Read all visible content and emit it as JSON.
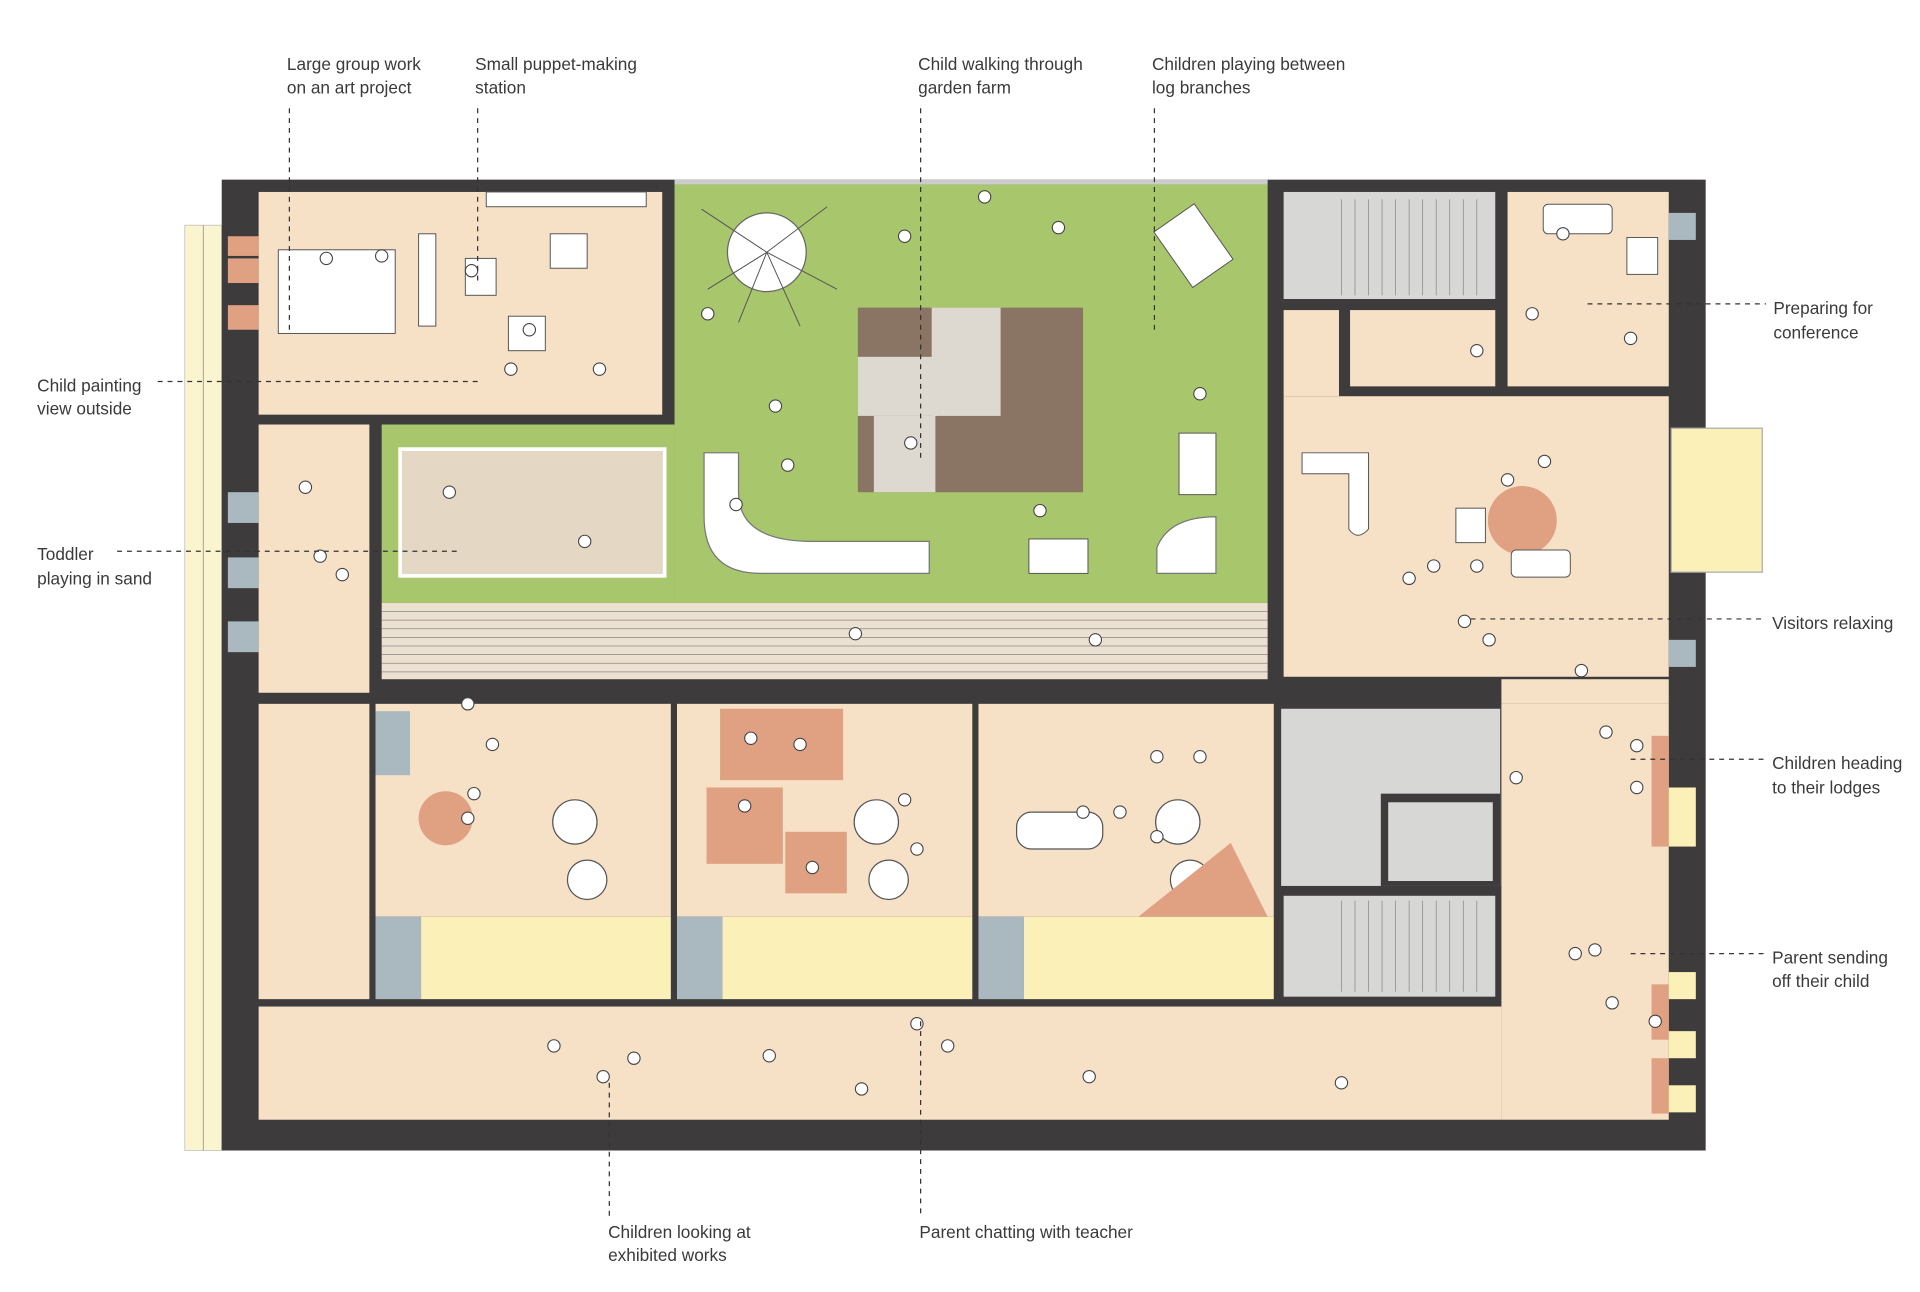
{
  "title": "Kindergarten floor plan with activity annotations",
  "annotations": {
    "large_group": [
      "Large group work",
      "on an art project"
    ],
    "puppet": [
      "Small puppet-making",
      "station"
    ],
    "garden_walk": [
      "Child walking through",
      "garden farm"
    ],
    "log_branches": [
      "Children playing between",
      "log branches"
    ],
    "painting": [
      "Child painting",
      "view outside"
    ],
    "toddler": [
      "Toddler",
      "playing in sand"
    ],
    "conference": [
      "Preparing for",
      "conference"
    ],
    "visitors": [
      "Visitors relaxing"
    ],
    "lodges": [
      "Children heading",
      "to their lodges"
    ],
    "parent_sending": [
      "Parent sending",
      "off their child"
    ],
    "exhibited": [
      "Children looking at",
      "exhibited works"
    ],
    "parent_chat": [
      "Parent chatting with teacher"
    ]
  },
  "colors": {
    "wall": "#3e3b3c",
    "wood_floor": "#f6e0c6",
    "garden": "#a8c66c",
    "sand": "#e4d7c3",
    "soil": "#8a7565",
    "terracotta": "#e0a082",
    "yellow": "#fbf0b8",
    "tile": "#d7d7d5"
  }
}
